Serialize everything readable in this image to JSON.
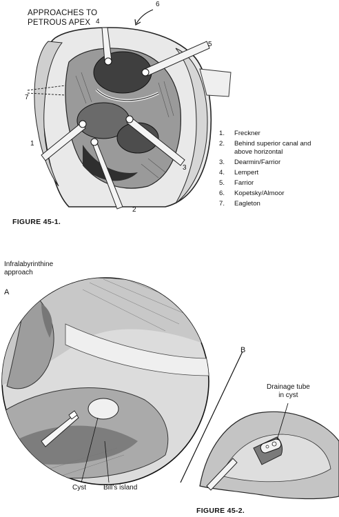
{
  "figure1": {
    "title_line1": "APPROACHES TO",
    "title_line2": "PETROUS APEX",
    "pointer_numbers": [
      "1",
      "2",
      "3",
      "4",
      "5",
      "6",
      "7"
    ],
    "legend": [
      {
        "num": "1.",
        "text": "Freckner"
      },
      {
        "num": "2.",
        "text": "Behind superior canal and"
      },
      {
        "num": "",
        "text": "above horizontal"
      },
      {
        "num": "3.",
        "text": "Dearmin/Farrior"
      },
      {
        "num": "4.",
        "text": "Lempert"
      },
      {
        "num": "5.",
        "text": "Farrior"
      },
      {
        "num": "6.",
        "text": "Kopetsky/Almoor"
      },
      {
        "num": "7.",
        "text": "Eagleton"
      }
    ],
    "caption": "FIGURE 45-1."
  },
  "figure2": {
    "approach_line1": "Infralabyrinthine",
    "approach_line2": "approach",
    "panel_a": "A",
    "panel_b": "B",
    "cyst_label": "Cyst",
    "bills_island_label": "Bill’s island",
    "drainage_line1": "Drainage tube",
    "drainage_line2": "in cyst",
    "caption": "FIGURE 45-2."
  }
}
